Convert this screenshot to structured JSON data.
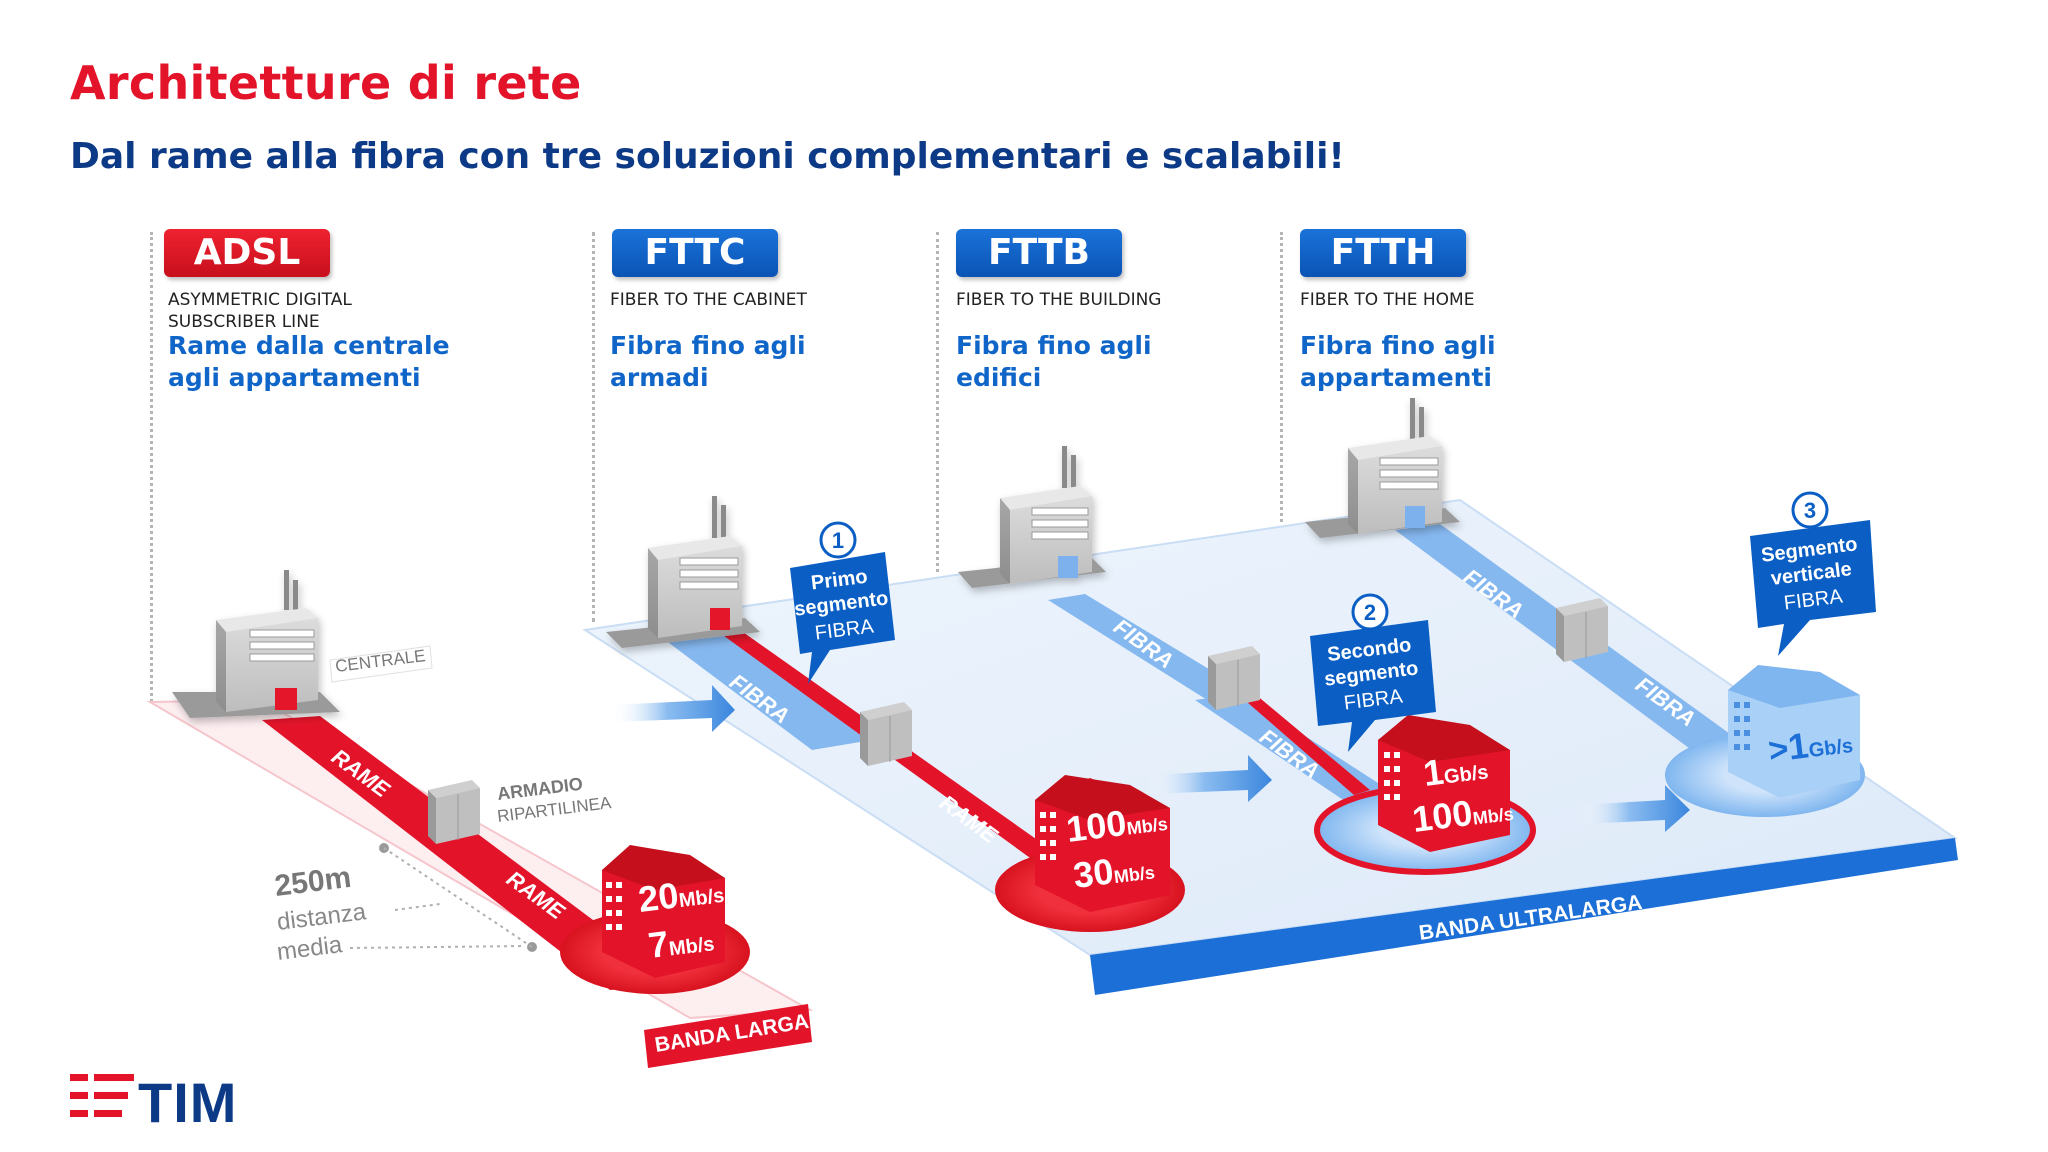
{
  "header": {
    "title": "Architetture di rete",
    "subtitle": "Dal rame alla fibra con tre soluzioni complementari e scalabili!"
  },
  "columns": [
    {
      "badge": "ADSL",
      "full_name_line1": "ASYMMETRIC DIGITAL",
      "full_name_line2": "SUBSCRIBER LINE",
      "desc_line1": "Rame dalla centrale",
      "desc_line2": "agli appartamenti",
      "color": "#e3142a"
    },
    {
      "badge": "FTTC",
      "full_name_line1": "FIBER TO THE CABINET",
      "full_name_line2": "",
      "desc_line1": "Fibra fino agli",
      "desc_line2": "armadi",
      "color": "#1066c8"
    },
    {
      "badge": "FTTB",
      "full_name_line1": "FIBER TO THE BUILDING",
      "full_name_line2": "",
      "desc_line1": "Fibra fino agli",
      "desc_line2": "edifici",
      "color": "#1066c8"
    },
    {
      "badge": "FTTH",
      "full_name_line1": "FIBER TO THE HOME",
      "full_name_line2": "",
      "desc_line1": "Fibra fino agli",
      "desc_line2": "appartamenti",
      "color": "#1066c8"
    }
  ],
  "diagram": {
    "centrale_label": "CENTRALE",
    "armadio_line1": "ARMADIO",
    "armadio_line2": "RIPARTILINEA",
    "distance_value": "250m",
    "distance_line1": "distanza",
    "distance_line2": "media",
    "rame": "RAME",
    "fibra": "FIBRA",
    "banda_larga": "BANDA LARGA",
    "banda_ultralarga": "BANDA ULTRALARGA",
    "speeds": {
      "adsl": {
        "down_num": "20",
        "down_unit": "Mb/s",
        "up_num": "7",
        "up_unit": "Mb/s"
      },
      "fttc": {
        "down_num": "100",
        "down_unit": "Mb/s",
        "up_num": "30",
        "up_unit": "Mb/s"
      },
      "fttb": {
        "down_num": "1",
        "down_unit": "Gb/s",
        "up_num": "100",
        "up_unit": "Mb/s"
      },
      "ftth": {
        "prefix": ">",
        "num": "1",
        "unit": "Gb/s"
      }
    },
    "callouts": [
      {
        "number": "1",
        "line1": "Primo",
        "line2": "segmento",
        "line3": "FIBRA"
      },
      {
        "number": "2",
        "line1": "Secondo",
        "line2": "segmento",
        "line3": "FIBRA"
      },
      {
        "number": "3",
        "line1": "Segmento",
        "line2": "verticale",
        "line3": "FIBRA"
      }
    ]
  },
  "brand": {
    "logo_text": "TIM",
    "red": "#e3142a",
    "blue": "#0d3a86"
  }
}
